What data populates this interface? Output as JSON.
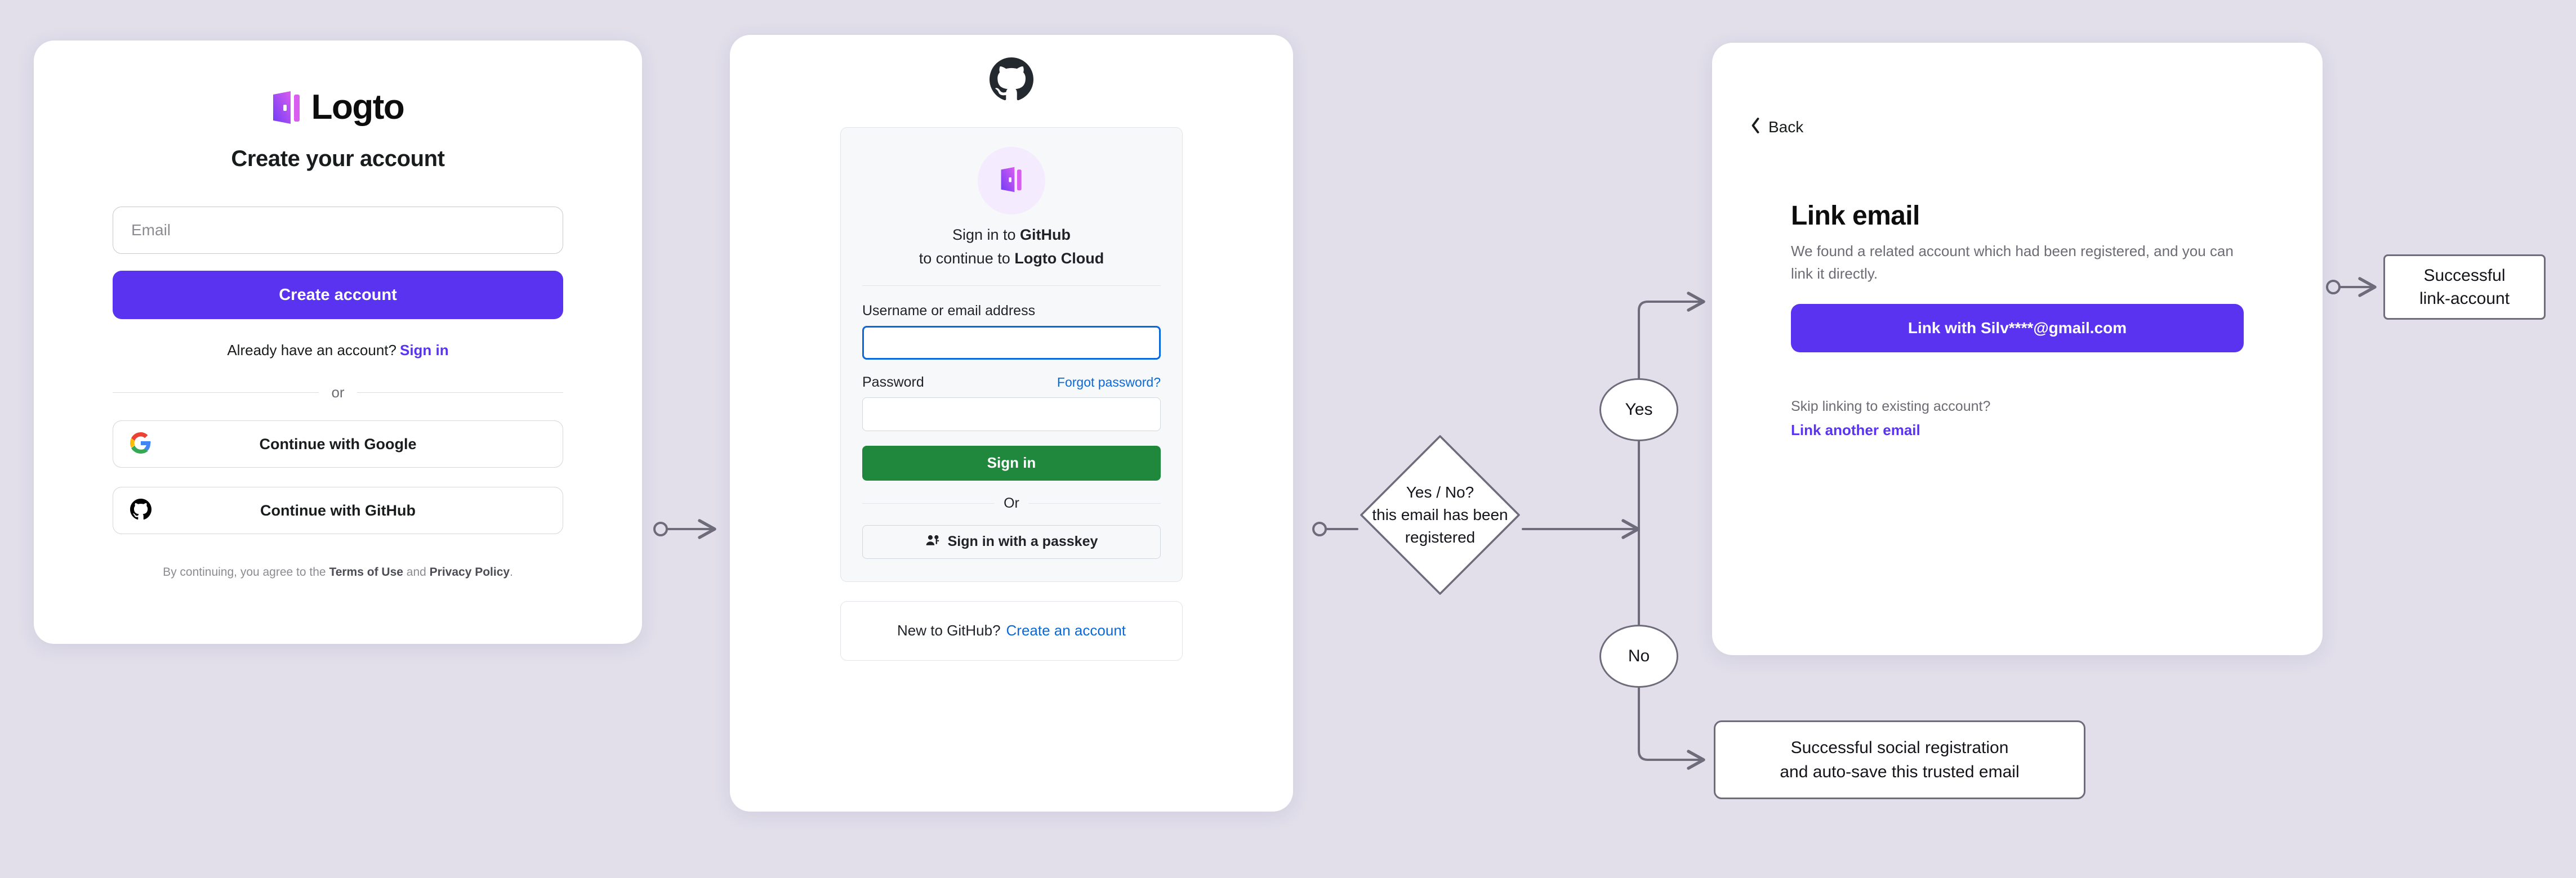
{
  "theme": {
    "page_background": "#e2dfeb",
    "brand_purple": "#5a33f0",
    "github_green": "#1f883d",
    "github_blue": "#0969da",
    "github_dark": "#24292f",
    "flow_stroke": "#6e6b7b"
  },
  "signup_card": {
    "logo_text": "Logto",
    "logo_icon": "logto-door-icon",
    "title": "Create your account",
    "email_field": {
      "placeholder": "Email",
      "value": ""
    },
    "primary_button": "Create account",
    "signin_prompt": "Already have an account?",
    "signin_link": "Sign in",
    "divider": "or",
    "social_buttons": [
      {
        "icon": "google-icon",
        "label": "Continue with Google"
      },
      {
        "icon": "github-icon",
        "label": "Continue with GitHub"
      }
    ],
    "legal": {
      "prefix": "By continuing, you agree to the ",
      "terms": "Terms of Use",
      "middle": " and ",
      "privacy": "Privacy Policy",
      "suffix": "."
    }
  },
  "github_card": {
    "brand_icon": "github-mark-icon",
    "app_icon": "logto-door-icon",
    "headline_line1_prefix": "Sign in to ",
    "headline_line1_strong": "GitHub",
    "headline_line2_prefix": "to continue to ",
    "headline_line2_strong": "Logto Cloud",
    "username_label": "Username or email address",
    "username_value": "",
    "password_label": "Password",
    "forgot_link": "Forgot password?",
    "password_value": "",
    "submit_button": "Sign in",
    "divider": "Or",
    "passkey_button": "Sign in with a passkey",
    "passkey_icon": "person-key-icon",
    "footer_prompt": "New to GitHub?",
    "footer_link": "Create an account"
  },
  "link_card": {
    "back_label": "Back",
    "back_icon": "chevron-left-icon",
    "title": "Link email",
    "description": "We found a related account which had been registered, and you can link it directly.",
    "link_button": "Link with Silv****@gmail.com",
    "skip_text": "Skip linking to existing account?",
    "skip_link": "Link another email"
  },
  "flow": {
    "decision": {
      "line1": "Yes / No?",
      "line2": "this email has been",
      "line3": "registered"
    },
    "branch_yes": "Yes",
    "branch_no": "No",
    "outcome_link": {
      "line1": "Successful",
      "line2": "link-account"
    },
    "outcome_social": {
      "line1": "Successful social registration",
      "line2": "and auto-save this trusted email"
    }
  }
}
